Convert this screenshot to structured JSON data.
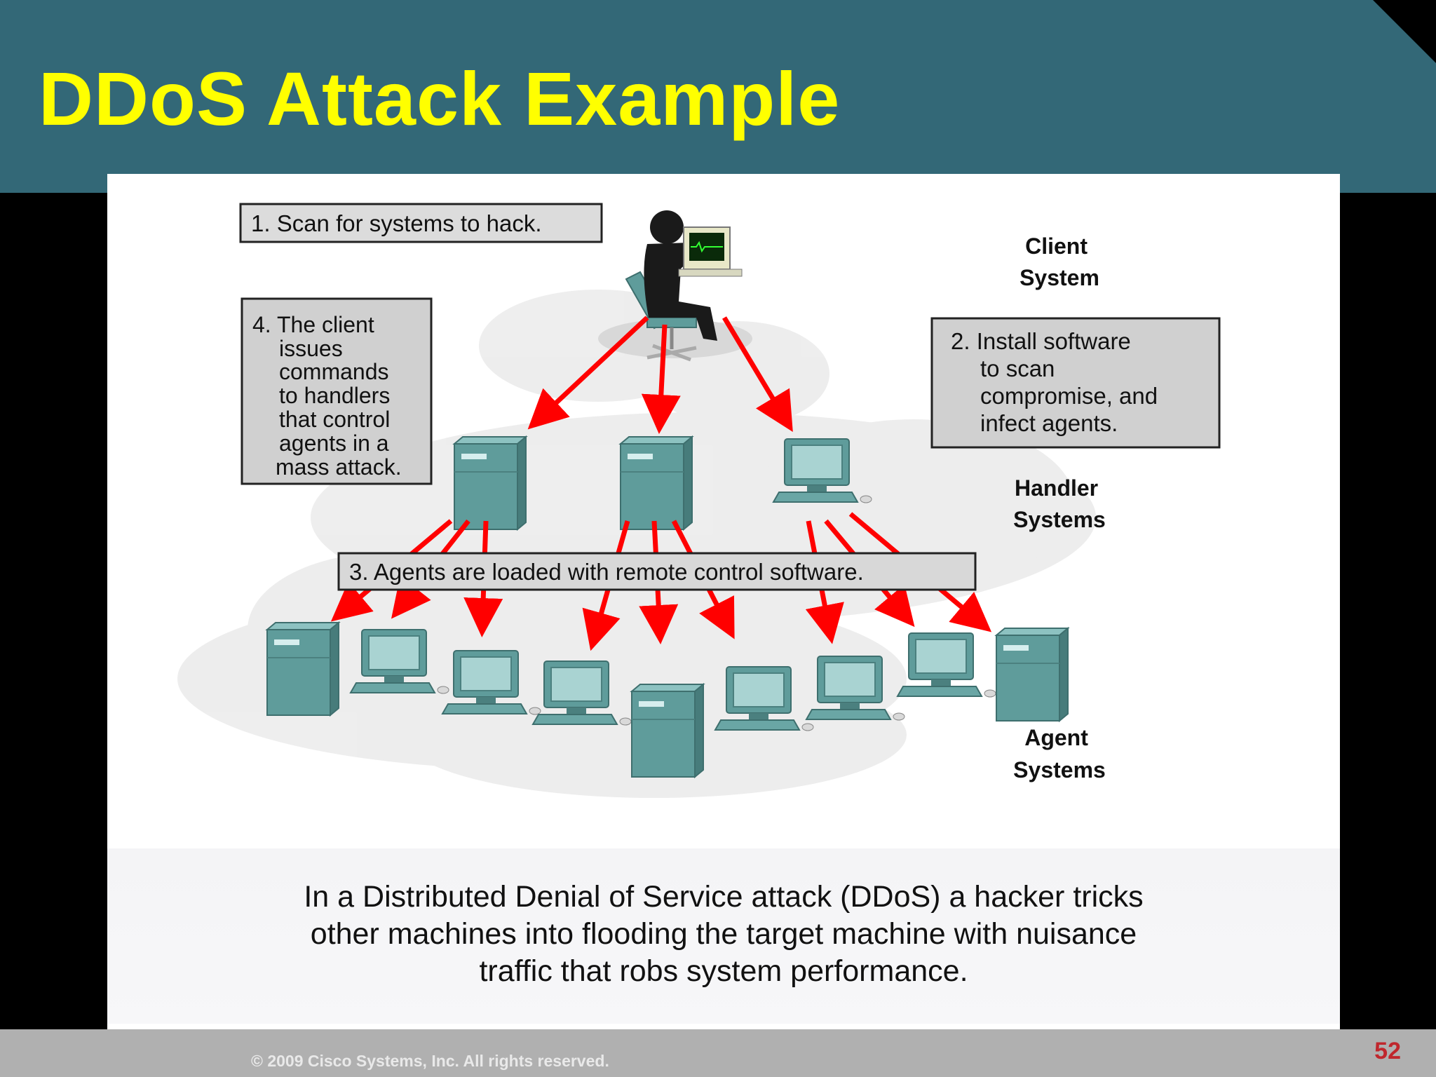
{
  "slide": {
    "title": "DDoS Attack Example",
    "copyright": "© 2009 Cisco Systems, Inc. All rights reserved.",
    "page_number": "52"
  },
  "diagram": {
    "step1": "1. Scan for systems to hack.",
    "step2_lines": [
      "2. Install software",
      "to scan",
      "compromise, and",
      "infect agents."
    ],
    "step3": "3.  Agents are loaded with remote control software.",
    "step4_lines": [
      "4. The client",
      "issues",
      "commands",
      "to handlers",
      "that control",
      "agents in a",
      "mass attack."
    ],
    "labels": {
      "client": [
        "Client",
        "System"
      ],
      "handler": [
        "Handler",
        "Systems"
      ],
      "agent": [
        "Agent",
        "Systems"
      ]
    },
    "caption_lines": [
      "In a Distributed Denial of Service attack (DDoS) a hacker tricks",
      "other machines into flooding the target machine with nuisance",
      "traffic that robs system performance."
    ],
    "colors": {
      "arrow": "#ff0000",
      "device": "#5f9c9b",
      "header": "#336877",
      "title": "#ffff00"
    }
  }
}
